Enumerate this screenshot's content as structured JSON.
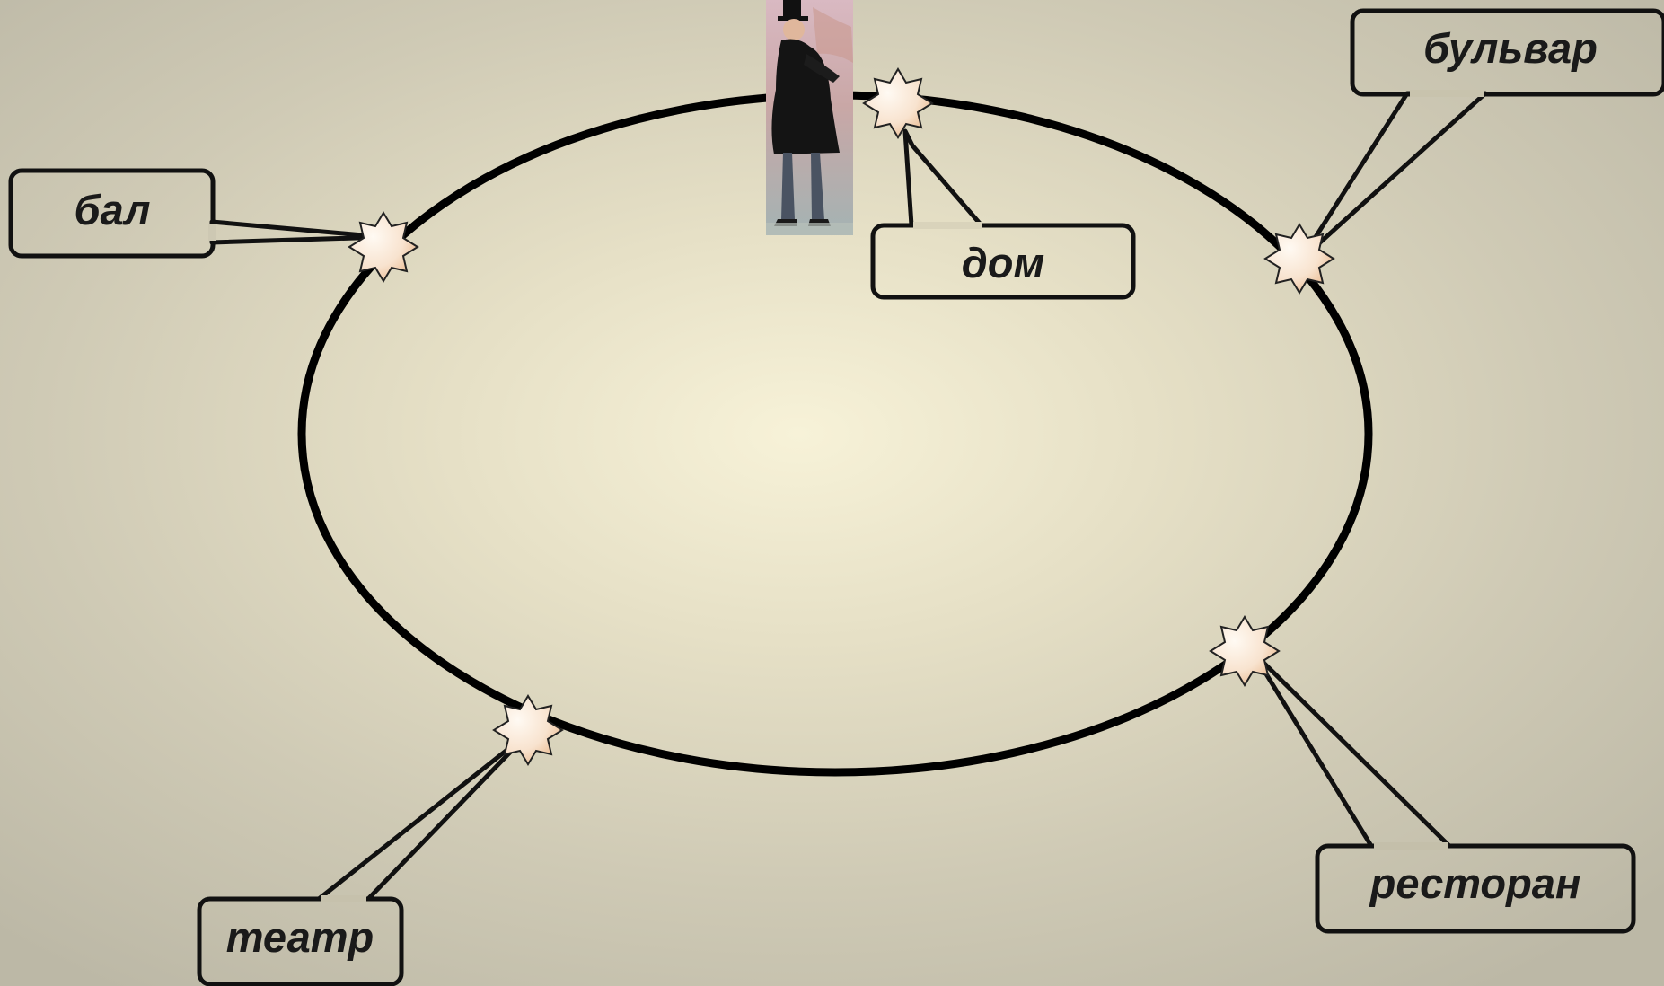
{
  "slide": {
    "center_figure": "gentleman-in-top-hat-figure",
    "points": [
      {
        "id": "dom",
        "label": "дом"
      },
      {
        "id": "bulvar",
        "label": "бульвар"
      },
      {
        "id": "bal",
        "label": "бал"
      },
      {
        "id": "teatr",
        "label": "театр"
      },
      {
        "id": "restoran",
        "label": "ресторан"
      }
    ]
  },
  "colors": {
    "ring": "#000000",
    "star_fill_light": "#fff8ee",
    "star_fill_dark": "#efc7a4",
    "callout_border": "#111111",
    "background_center": "#f7f2d8",
    "background_edge": "#bcb8a6"
  }
}
